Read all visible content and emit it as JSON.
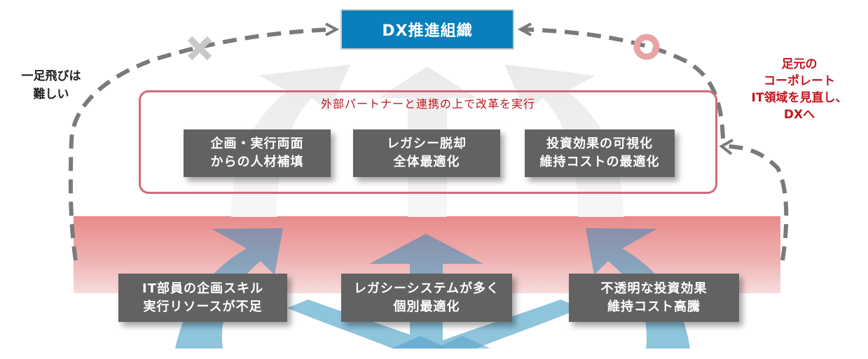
{
  "header": {
    "title": "DX推進組織"
  },
  "frame": {
    "title": "外部パートナーと連携の上で改革を実行",
    "solutions": [
      {
        "lines": [
          "企画・実行両面",
          "からの人材補填"
        ]
      },
      {
        "lines": [
          "レガシー脱却",
          "全体最適化"
        ]
      },
      {
        "lines": [
          "投資効果の可視化",
          "維持コストの最適化"
        ]
      }
    ]
  },
  "problems": [
    {
      "lines": [
        "IT部員の企画スキル",
        "実行リソースが不足"
      ]
    },
    {
      "lines": [
        "レガシーシステムが多く",
        "個別最適化"
      ]
    },
    {
      "lines": [
        "不透明な投資効果",
        "維持コスト高騰"
      ]
    }
  ],
  "notes": {
    "left": [
      "一足飛びは",
      "難しい"
    ],
    "right": [
      "足元の",
      "コーポレート",
      "IT領域を見直し、",
      "DXへ"
    ]
  },
  "markers": {
    "left_path": "cross-icon",
    "right_path": "circle-icon"
  },
  "colors": {
    "dx_box": "#0a7fbb",
    "frame_border": "#cf6a7c",
    "accent_red": "#c0161e",
    "problem_band_top": "#e88a8a",
    "box_gray": "#626262",
    "blue_arrow": "#8ec4dc",
    "dashed_path": "#7a7a7a",
    "ok_circle": "#e9a3a5",
    "ng_cross": "#c8c8c8"
  }
}
